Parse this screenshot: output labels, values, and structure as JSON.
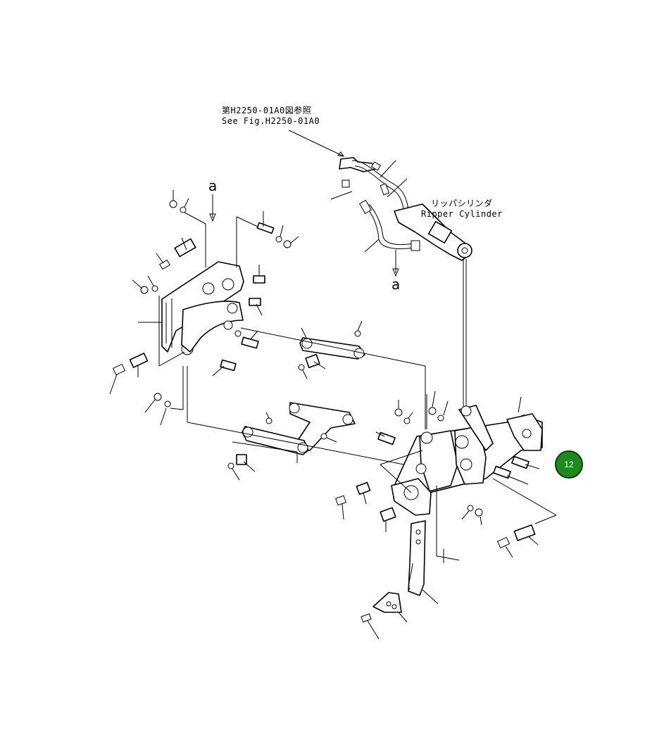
{
  "reference_note": {
    "line1": "第H2250-01A0図参照",
    "line2": "See Fig.H2250-01A0"
  },
  "cylinder_label": {
    "line1": "リッパシリンダ",
    "line2": "Ripper Cylinder"
  },
  "arrow_letter_top": "a",
  "arrow_letter_bottom": "a",
  "callout": {
    "number": "12",
    "color": "#1e8a1e"
  }
}
